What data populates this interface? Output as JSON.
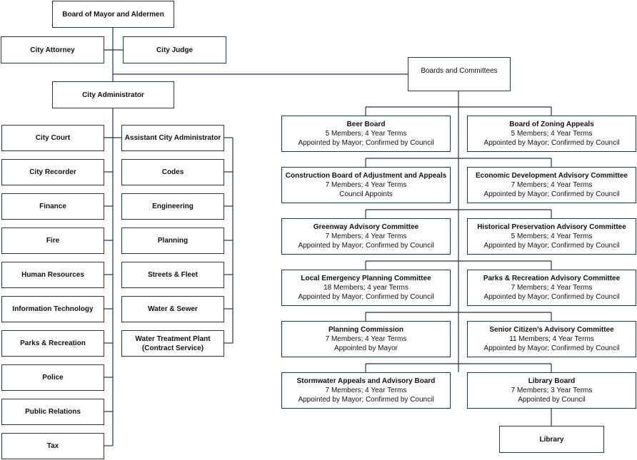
{
  "colors": {
    "line": "#1f3550",
    "border": "#1f3550",
    "text": "#111111"
  },
  "top": {
    "board": "Board of Mayor and Aldermen",
    "attorney": "City Attorney",
    "judge": "City Judge",
    "administrator": "City Administrator",
    "boards_committees": "Boards and Committees"
  },
  "departments_left": [
    "City Court",
    "City Recorder",
    "Finance",
    "Fire",
    "Human Resources",
    "Information Technology",
    "Parks & Recreation",
    "Police",
    "Public Relations",
    "Tax"
  ],
  "departments_right": [
    "Assistant City Administrator",
    "Codes",
    "Engineering",
    "Planning",
    "Streets & Fleet",
    "Water & Sewer"
  ],
  "water_plant": {
    "line1": "Water Treatment Plant",
    "line2": "(Contract Service)"
  },
  "committees": [
    {
      "name": "Beer Board",
      "members": "5 Members; 4 Year Terms",
      "appointment": "Appointed by Mayor; Confirmed by Council"
    },
    {
      "name": "Board of Zoning Appeals",
      "members": "5 Members; 4 Year Terms",
      "appointment": "Appointed by Mayor; Confirmed by Council"
    },
    {
      "name": "Construction Board of Adjustment and Appeals",
      "members": "7 Members; 4 Year Terms",
      "appointment": "Council Appoints"
    },
    {
      "name": "Economic Development Advisory Committee",
      "members": "7 Members; 4 Year Terms",
      "appointment": "Appointed by Mayor; Confirmed by Council"
    },
    {
      "name": "Greenway Advisory Committee",
      "members": "7 Members; 4 Year Terms",
      "appointment": "Appointed by Mayor; Confirmed by Council"
    },
    {
      "name": "Historical Preservation Advisory Committee",
      "members": "5 Members; 4 Year Terms",
      "appointment": "Appointed by Mayor; Confirmed by Council"
    },
    {
      "name": "Local Emergency Planning Committee",
      "members": "18 Members; 4 year Terms",
      "appointment": "Appointed by Mayor; Confirmed by Council"
    },
    {
      "name": "Parks & Recreation Advisory Committee",
      "members": "7 Members; 4 Year Terms",
      "appointment": "Appointed by Mayor; Confirmed by Council"
    },
    {
      "name": "Planning Commission",
      "members": "7 Members; 4 Year Terms",
      "appointment": "Appointed by Mayor"
    },
    {
      "name": "Senior Citizen’s Advisory Committee",
      "members": "11 Members; 4 Year Terms",
      "appointment": "Appointed by Mayor; Confirmed by Council"
    },
    {
      "name": "Stormwater Appeals and Advisory Board",
      "members": "7 Members; 4 Year Terms",
      "appointment": "Appointed by Mayor; Confirmed by Council"
    },
    {
      "name": "Library Board",
      "members": "7 Members; 3 Year Terms",
      "appointment": "Appointed by Council"
    }
  ],
  "library": "Library"
}
